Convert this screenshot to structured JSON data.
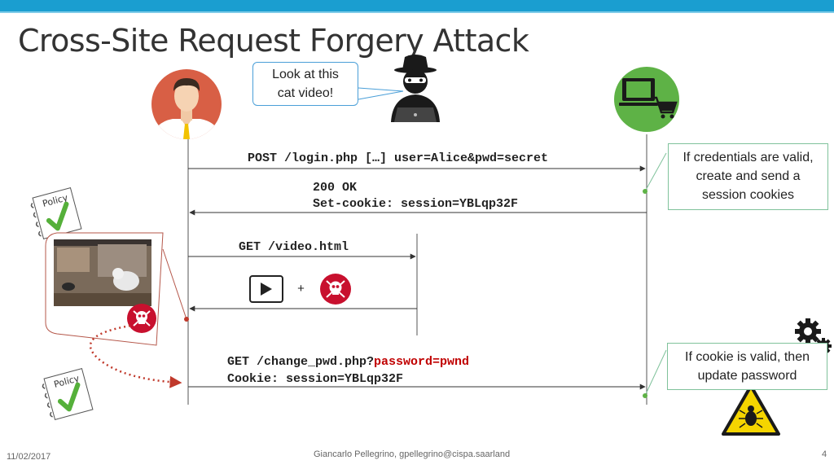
{
  "slide": {
    "title": "Cross-Site Request Forgery Attack",
    "date": "11/02/2017",
    "author": "Giancarlo Pellegrino, gpellegrino@cispa.saarland",
    "page_number": "4"
  },
  "speech_bubble": {
    "line1": "Look at this",
    "line2": "cat video!"
  },
  "messages": {
    "login_request": "POST /login.php […] user=Alice&pwd=secret",
    "login_response_line1": "200 OK",
    "login_response_line2": "Set-cookie: session=YBLqp32F",
    "video_request": "GET /video.html",
    "plus_sign": "+",
    "forged_request_prefix": "GET /change_pwd.php?",
    "forged_request_param": "password=pwnd",
    "forged_request_cookie": "Cookie: session=YBLqp32F"
  },
  "notes": {
    "credentials": [
      "If credentials are valid,",
      "create and send a",
      "session cookies"
    ],
    "cookie": [
      "If cookie is valid, then",
      "update password"
    ]
  },
  "policy_label": "Policy",
  "icons": [
    "user-avatar-icon",
    "hacker-icon",
    "shop-server-icon",
    "policy-check-icon",
    "video-play-icon",
    "skull-icon",
    "gears-icon",
    "warning-bug-icon"
  ],
  "colors": {
    "accent_bar": "#1a9ed0",
    "server_circle": "#5eb246",
    "user_circle": "#d85f45",
    "skull_red": "#c8102e",
    "highlight_red": "#c00000",
    "note_border": "#7fc29b",
    "bubble_border": "#4a9fd8",
    "warning_yellow": "#f5d500"
  }
}
